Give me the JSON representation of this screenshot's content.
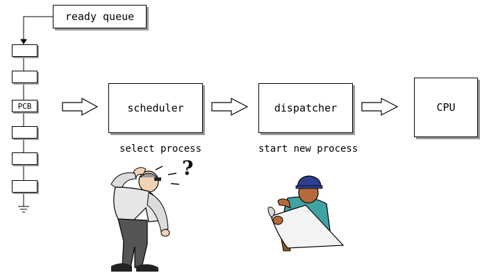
{
  "ready_queue": {
    "label": "ready queue",
    "pcb_label": "PCB"
  },
  "stages": {
    "scheduler": "scheduler",
    "dispatcher": "dispatcher",
    "cpu": "CPU"
  },
  "captions": {
    "scheduler_caption": "select process",
    "dispatcher_caption": "start new process"
  },
  "figures": {
    "thinking_mark": "?"
  }
}
